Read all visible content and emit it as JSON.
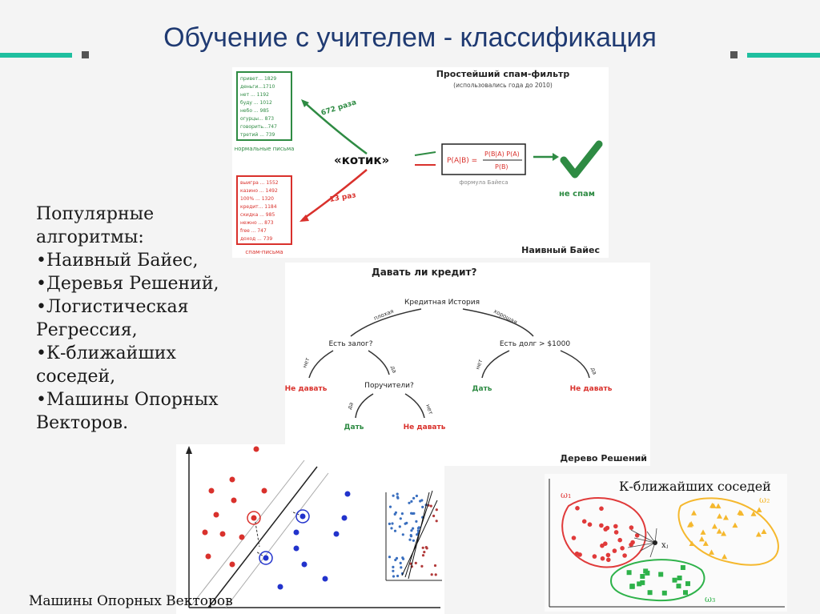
{
  "slide": {
    "title": "Обучение с учителем - классификация",
    "algorithms_heading": [
      "Популярные",
      "алгоритмы:"
    ],
    "algorithms": [
      "•Наивный Байес,",
      "•Деревья Решений,",
      "•Логистическая",
      "Регрессия,",
      "•К-ближайших",
      "соседей,",
      "•Машины Опорных",
      "Векторов."
    ],
    "svm_caption": "Машины Опорных Векторов",
    "knn_caption": "К-ближайших соседей"
  },
  "spam_filter": {
    "title": "Простейший спам-фильтр",
    "subtitle": "(использовались года до 2010)",
    "normal_words": [
      "привет... 1829",
      "деньги...1710",
      "нет ... 1192",
      "буду ... 1012",
      "небо ... 985",
      "огурцы... 873",
      "говорить...747",
      "третий ... 739"
    ],
    "normal_label": "нормальные письма",
    "spam_words": [
      "выигра ... 1552",
      "казино ... 1492",
      "100% ... 1320",
      "кредит... 1184",
      "скидка ... 985",
      "нежно ... 873",
      "free ... 747",
      "доход ... 739"
    ],
    "spam_label": "спам-письма",
    "word": "«котик»",
    "count_green": "672 раза",
    "count_red": "13 раз",
    "formula_lhs": "P(A|B) =",
    "formula_num": "P(B|A) P(A)",
    "formula_den": "P(B)",
    "formula_caption": "формула Байеса",
    "verdict": "не спам",
    "caption": "Наивный Байес",
    "colors": {
      "green": "#2e8b43",
      "red": "#d9312c"
    }
  },
  "decision_tree": {
    "title": "Давать ли кредит?",
    "root": "Кредитная История",
    "edge_bad": "плохая",
    "edge_good": "хорошая",
    "node_left": "Есть залог?",
    "node_right": "Есть долг > $1000",
    "edge_no": "нет",
    "edge_yes": "да",
    "leaf_dont": "Не давать",
    "leaf_give": "Дать",
    "node_guarantors": "Поручители?",
    "caption": "Дерево Решений"
  },
  "knn": {
    "omega1": "ω₁",
    "omega2": "ω₂",
    "omega3": "ω₃",
    "query": "xⱼ",
    "colors": {
      "red": "#e03a3a",
      "yellow": "#f5b82e",
      "green": "#2eb24a"
    }
  }
}
